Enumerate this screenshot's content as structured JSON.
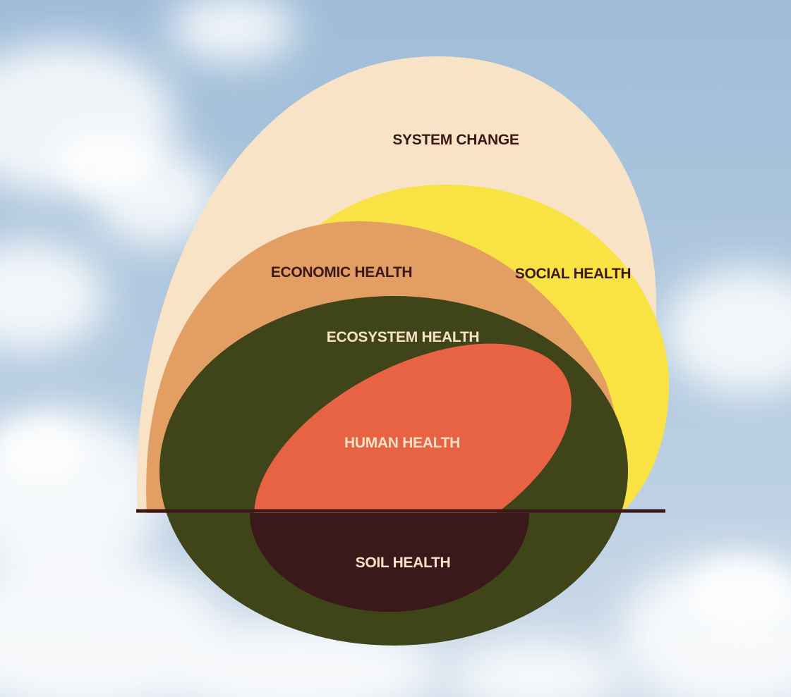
{
  "diagram": {
    "labels": {
      "system_change": "SYSTEM CHANGE",
      "social_health": "SOCIAL HEALTH",
      "economic_health": "ECONOMIC HEALTH",
      "ecosystem_health": "ECOSYSTEM HEALTH",
      "human_health": "HUMAN HEALTH",
      "soil_health": "SOIL HEALTH"
    },
    "colors": {
      "sky_top": "#9ab9d8",
      "sky_bottom": "#c9d9e8",
      "system_change": "#f8e3c6",
      "social_health": "#f9e244",
      "economic_health": "#e39e64",
      "ecosystem_health": "#3f4419",
      "human_health": "#e86244",
      "soil_health": "#3b1819",
      "ground_line": "#3b1819",
      "dark_text": "#3b1819",
      "light_text": "#f6e2c6"
    }
  }
}
